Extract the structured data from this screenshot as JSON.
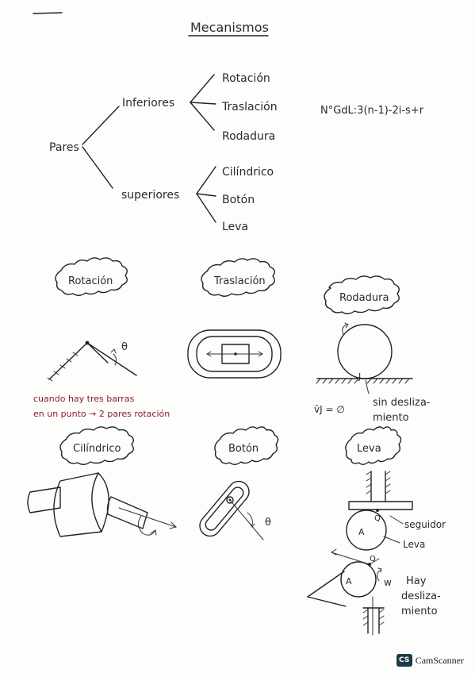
{
  "title": "Mecanismos",
  "tree": {
    "root": "Pares",
    "inferiores": {
      "label": "Inferiores",
      "items": [
        "Rotación",
        "Traslación",
        "Rodadura"
      ]
    },
    "superiores": {
      "label": "superiores",
      "items": [
        "Cilíndrico",
        "Botón",
        "Leva"
      ]
    }
  },
  "formula": "N°GdL:3(n-1)-2i-s+r",
  "rotacion": {
    "title": "Rotación",
    "theta": "θ",
    "note_line1": "cuando hay tres barras",
    "note_line2": "en un punto → 2 pares rotación"
  },
  "traslacion": {
    "title": "Traslación"
  },
  "rodadura": {
    "title": "Rodadura",
    "point": "J",
    "velocity": "v̄J = ∅",
    "note_line1": "sin desliza-",
    "note_line2": "miento"
  },
  "cilindrico": {
    "title": "Cilíndrico"
  },
  "boton": {
    "title": "Botón",
    "theta": "θ"
  },
  "leva": {
    "title": "Leva",
    "q_top": "Q",
    "a_top": "A",
    "seguidor": "seguidor",
    "leva_label": "Leva",
    "q_bottom": "Q",
    "a_bottom": "A",
    "omega": "w",
    "note_line1": "Hay",
    "note_line2": "desliza-",
    "note_line3": "miento"
  },
  "watermark": {
    "badge": "CS",
    "text": "CamScanner"
  },
  "colors": {
    "ink": "#222222",
    "red_ink": "#8a1c2b",
    "badge": "#1e3a44"
  }
}
